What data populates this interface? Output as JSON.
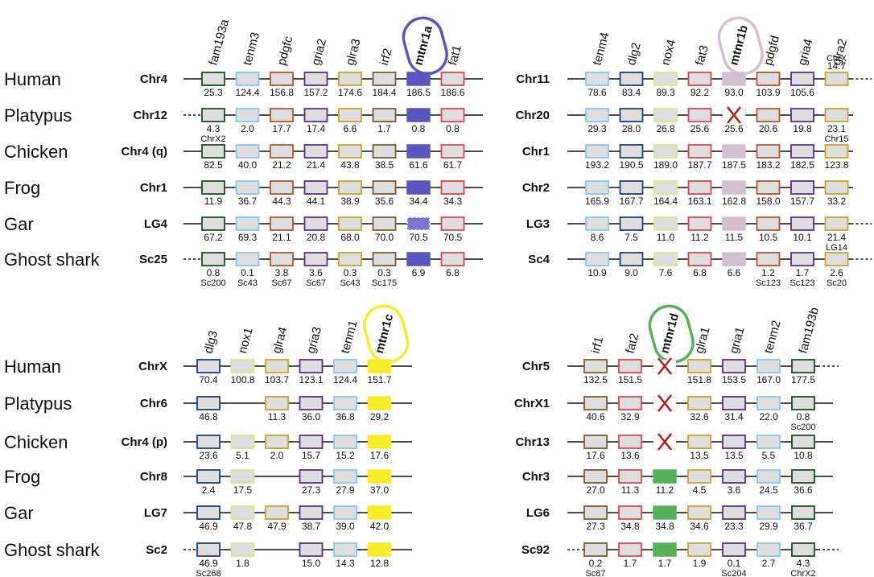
{
  "panels": [
    {
      "species": [
        "Human",
        "Platypus",
        "Chicken",
        "Frog",
        "Gar",
        "Ghost shark"
      ],
      "chromosomes": [
        "Chr4",
        "Chr12",
        "Chr4 (q)",
        "Chr1",
        "LG4",
        "Sc25"
      ],
      "genes": [
        "fam193a",
        "tenm3",
        "pdgfc",
        "gria2",
        "glra3",
        "irf2",
        "mtnr1a",
        "fat1"
      ],
      "highlight": {
        "index": 6,
        "color": "#5b55c0"
      },
      "gene_colors": [
        "#1e4d22",
        "#85c6ee",
        "#b2552e",
        "#5b2f86",
        "#c9a42e",
        "#7d5a2e",
        "#5b55c0",
        "#d9484f"
      ],
      "rows": [
        {
          "dash_left": false,
          "dash_right": false,
          "cells": [
            {
              "v": "25.3"
            },
            {
              "v": "124.4"
            },
            {
              "v": "156.8"
            },
            {
              "v": "157.2"
            },
            {
              "v": "174.6"
            },
            {
              "v": "184.4"
            },
            {
              "v": "186.5"
            },
            {
              "v": "186.6"
            }
          ]
        },
        {
          "dash_left": true,
          "dash_right": false,
          "cells": [
            {
              "v": "4.3",
              "s": "ChrX2"
            },
            {
              "v": "2.0"
            },
            {
              "v": "17.7"
            },
            {
              "v": "17.4"
            },
            {
              "v": "6.6"
            },
            {
              "v": "1.7"
            },
            {
              "v": "0.8"
            },
            {
              "v": "0.8"
            }
          ]
        },
        {
          "dash_left": false,
          "dash_right": false,
          "cells": [
            {
              "v": "82.5"
            },
            {
              "v": "40.0"
            },
            {
              "v": "21.2"
            },
            {
              "v": "21.4"
            },
            {
              "v": "43.8"
            },
            {
              "v": "38.5"
            },
            {
              "v": "61.6"
            },
            {
              "v": "61.7"
            }
          ]
        },
        {
          "dash_left": false,
          "dash_right": false,
          "cells": [
            {
              "v": "11.9"
            },
            {
              "v": "36.7"
            },
            {
              "v": "44.3"
            },
            {
              "v": "44.1"
            },
            {
              "v": "38.9"
            },
            {
              "v": "35.6"
            },
            {
              "v": "34.4"
            },
            {
              "v": "34.3"
            }
          ]
        },
        {
          "dash_left": false,
          "dash_right": false,
          "cells": [
            {
              "v": "67.2"
            },
            {
              "v": "69.3"
            },
            {
              "v": "21.1"
            },
            {
              "v": "20.8"
            },
            {
              "v": "68.0"
            },
            {
              "v": "70.0"
            },
            {
              "v": "70.5",
              "partial": true
            },
            {
              "v": "70.5"
            }
          ]
        },
        {
          "dash_left": true,
          "dash_right": false,
          "cells": [
            {
              "v": "0.8",
              "s": "Sc200"
            },
            {
              "v": "0.1",
              "s": "Sc43"
            },
            {
              "v": "3.8",
              "s": "Sc67"
            },
            {
              "v": "3.6",
              "s": "Sc67"
            },
            {
              "v": "0.3",
              "s": "Sc43"
            },
            {
              "v": "0.3",
              "s": "Sc175"
            },
            {
              "v": "6.9"
            },
            {
              "v": "6.8"
            }
          ]
        }
      ]
    },
    {
      "species": [],
      "chromosomes": [
        "Chr11",
        "Chr20",
        "Chr1",
        "Chr2",
        "LG3",
        "Sc4"
      ],
      "genes": [
        "tenm4",
        "dlg2",
        "nox4",
        "fat3",
        "mtnr1b",
        "pdgfd",
        "gria4",
        "glra2"
      ],
      "highlight": {
        "index": 4,
        "color": "#d3bfd0"
      },
      "gene_colors": [
        "#85c6ee",
        "#1f3f7a",
        "#d6e98a",
        "#d9484f",
        "#d3bfd0",
        "#b2552e",
        "#5b2f86",
        "#c9a42e"
      ],
      "rows": [
        {
          "dash_left": false,
          "dash_right": true,
          "cells": [
            {
              "v": "78.6"
            },
            {
              "v": "83.4"
            },
            {
              "v": "89.3"
            },
            {
              "v": "92.2"
            },
            {
              "v": "93.0"
            },
            {
              "v": "103.9"
            },
            {
              "v": "105.6"
            },
            {
              "v": "14.7",
              "above": "1",
              "s": "ChrX"
            }
          ]
        },
        {
          "dash_left": false,
          "dash_right": false,
          "cells": [
            {
              "v": "29.3"
            },
            {
              "v": "28.0"
            },
            {
              "v": "26.8"
            },
            {
              "v": "25.6"
            },
            {
              "v": "25.6",
              "lost": true
            },
            {
              "v": "20.6"
            },
            {
              "v": "19.8"
            },
            {
              "v": "23.1",
              "s": "Chr15"
            }
          ]
        },
        {
          "dash_left": false,
          "dash_right": false,
          "cells": [
            {
              "v": "193.2"
            },
            {
              "v": "190.5"
            },
            {
              "v": "189.0"
            },
            {
              "v": "187.7"
            },
            {
              "v": "187.5"
            },
            {
              "v": "183.2"
            },
            {
              "v": "182.5"
            },
            {
              "v": "123.8"
            }
          ]
        },
        {
          "dash_left": false,
          "dash_right": false,
          "cells": [
            {
              "v": "165.9"
            },
            {
              "v": "167.7"
            },
            {
              "v": "164.4"
            },
            {
              "v": "163.1"
            },
            {
              "v": "162.8"
            },
            {
              "v": "158.0"
            },
            {
              "v": "157.7"
            },
            {
              "v": "33.2"
            }
          ]
        },
        {
          "dash_left": false,
          "dash_right": true,
          "cells": [
            {
              "v": "8.6"
            },
            {
              "v": "7.5"
            },
            {
              "v": "11.0"
            },
            {
              "v": "11.2"
            },
            {
              "v": "11.5"
            },
            {
              "v": "10.5"
            },
            {
              "v": "10.1"
            },
            {
              "v": "21.4",
              "s": "LG14"
            }
          ]
        },
        {
          "dash_left": false,
          "dash_right": true,
          "cells": [
            {
              "v": "10.9"
            },
            {
              "v": "9.0"
            },
            {
              "v": "7.6"
            },
            {
              "v": "6.8"
            },
            {
              "v": "6.6"
            },
            {
              "v": "1.2",
              "s": "Sc123"
            },
            {
              "v": "1.7",
              "s": "Sc123"
            },
            {
              "v": "2.6",
              "s": "Sc20"
            }
          ]
        }
      ]
    },
    {
      "species": [
        "Human",
        "Platypus",
        "Chicken",
        "Frog",
        "Gar",
        "Ghost shark"
      ],
      "chromosomes": [
        "ChrX",
        "Chr6",
        "Chr4 (p)",
        "Chr8",
        "LG7",
        "Sc2"
      ],
      "genes": [
        "dlg3",
        "nox1",
        "glra4",
        "gria3",
        "tenm1",
        "mtnr1c"
      ],
      "highlight": {
        "index": 5,
        "color": "#f6ec2a"
      },
      "gene_colors": [
        "#1f3f7a",
        "#d6e98a",
        "#c9a42e",
        "#5b2f86",
        "#85c6ee",
        "#f6ec2a"
      ],
      "rows": [
        {
          "dash_left": false,
          "dash_right": false,
          "cells": [
            {
              "v": "70.4"
            },
            {
              "v": "100.8"
            },
            {
              "v": "103.7"
            },
            {
              "v": "123.1"
            },
            {
              "v": "124.4"
            },
            {
              "v": "151.7"
            }
          ]
        },
        {
          "dash_left": false,
          "dash_right": false,
          "cells": [
            {
              "v": "46.8"
            },
            {
              "absent": true
            },
            {
              "v": "11.3"
            },
            {
              "v": "36.0"
            },
            {
              "v": "36.8"
            },
            {
              "v": "29.2"
            }
          ]
        },
        {
          "dash_left": false,
          "dash_right": false,
          "cells": [
            {
              "v": "23.6"
            },
            {
              "v": "5.1"
            },
            {
              "v": "2.0"
            },
            {
              "v": "15.7"
            },
            {
              "v": "15.2"
            },
            {
              "v": "17.6"
            }
          ]
        },
        {
          "dash_left": false,
          "dash_right": false,
          "cells": [
            {
              "v": "2.4"
            },
            {
              "v": "17.5"
            },
            {
              "absent": true
            },
            {
              "v": "27.3"
            },
            {
              "v": "27.9"
            },
            {
              "v": "37.0"
            }
          ]
        },
        {
          "dash_left": false,
          "dash_right": false,
          "cells": [
            {
              "v": "46.9"
            },
            {
              "v": "47.8"
            },
            {
              "v": "47.9"
            },
            {
              "v": "38.7"
            },
            {
              "v": "39.0"
            },
            {
              "v": "42.0"
            }
          ]
        },
        {
          "dash_left": true,
          "dash_right": false,
          "cells": [
            {
              "v": "46.9",
              "s": "Sc268"
            },
            {
              "v": "1.8"
            },
            {
              "absent": true
            },
            {
              "v": "15.0"
            },
            {
              "v": "14.3"
            },
            {
              "v": "12.8"
            }
          ]
        }
      ]
    },
    {
      "species": [],
      "chromosomes": [
        "Chr5",
        "ChrX1",
        "Chr13",
        "Chr3",
        "LG6",
        "Sc92"
      ],
      "genes": [
        "irf1",
        "fat2",
        "mtnr1d",
        "glra1",
        "gria1",
        "tenm2",
        "fam193b"
      ],
      "highlight": {
        "index": 2,
        "color": "#58b159"
      },
      "gene_colors": [
        "#7d5a2e",
        "#d9484f",
        "#58b159",
        "#c9a42e",
        "#5b2f86",
        "#85c6ee",
        "#1e4d22"
      ],
      "rows": [
        {
          "dash_left": false,
          "dash_right": true,
          "cells": [
            {
              "v": "132.5"
            },
            {
              "v": "151.5"
            },
            {
              "lost": true
            },
            {
              "v": "151.8"
            },
            {
              "v": "153.5"
            },
            {
              "v": "167.0"
            },
            {
              "v": "177.5"
            }
          ]
        },
        {
          "dash_left": false,
          "dash_right": false,
          "cells": [
            {
              "v": "40.6"
            },
            {
              "v": "32.9"
            },
            {
              "lost": true
            },
            {
              "v": "32.6"
            },
            {
              "v": "31.4"
            },
            {
              "v": "22.0"
            },
            {
              "v": "0.8",
              "s": "Sc200"
            }
          ]
        },
        {
          "dash_left": false,
          "dash_right": false,
          "cells": [
            {
              "v": "17.6"
            },
            {
              "v": "13.6"
            },
            {
              "lost": true
            },
            {
              "v": "13.5"
            },
            {
              "v": "13.5"
            },
            {
              "v": "5.5"
            },
            {
              "v": "10.8"
            }
          ]
        },
        {
          "dash_left": false,
          "dash_right": false,
          "cells": [
            {
              "v": "27.0"
            },
            {
              "v": "11.3"
            },
            {
              "v": "11.2"
            },
            {
              "v": "4.5"
            },
            {
              "v": "3.6"
            },
            {
              "v": "24.5"
            },
            {
              "v": "36.6"
            }
          ]
        },
        {
          "dash_left": false,
          "dash_right": false,
          "cells": [
            {
              "v": "27.3"
            },
            {
              "v": "34.8"
            },
            {
              "v": "34.8"
            },
            {
              "v": "34.6"
            },
            {
              "v": "23.3"
            },
            {
              "v": "29.9"
            },
            {
              "v": "36.7"
            }
          ]
        },
        {
          "dash_left": true,
          "dash_right": true,
          "cells": [
            {
              "v": "0.2",
              "s": "Sc87"
            },
            {
              "v": "1.7"
            },
            {
              "v": "1.7"
            },
            {
              "v": "1.9"
            },
            {
              "v": "0.1",
              "s": "Sc204"
            },
            {
              "v": "2.7"
            },
            {
              "v": "4.3",
              "s": "ChrX2"
            }
          ]
        }
      ]
    }
  ]
}
